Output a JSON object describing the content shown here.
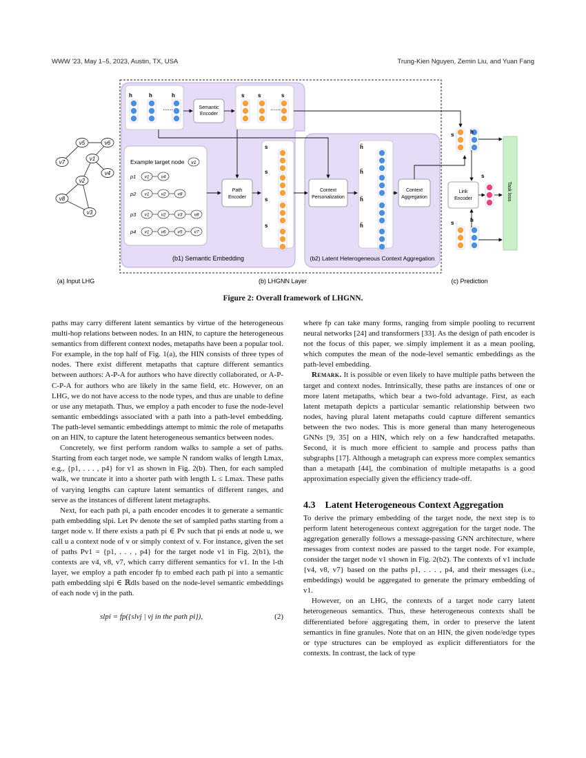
{
  "header": {
    "left": "WWW '23, May 1–5, 2023, Austin, TX, USA",
    "right": "Trung-Kien Nguyen, Zemin Liu, and Yuan Fang"
  },
  "figure": {
    "sublabels": {
      "a": "(a) Input LHG",
      "b": "(b) LHGNN Layer",
      "c": "(c) Prediction"
    },
    "panels": {
      "b1": "(b1) Semantic Embedding",
      "b2": "(b2) Latent Heterogeneous Context Aggregation"
    },
    "boxes": {
      "semantic_encoder": [
        "Semantic",
        "Encoder"
      ],
      "path_encoder": [
        "Path",
        "Encoder"
      ],
      "context_personalization": [
        "Context",
        "Personalization"
      ],
      "context_aggregation": [
        "Context",
        "Aggregation"
      ],
      "link_encoder": [
        "Link",
        "Encoder"
      ],
      "task_loss": "Task loss"
    },
    "example_title": "Example target node",
    "graph_nodes": [
      "v5",
      "v6",
      "v7",
      "v1",
      "v4",
      "v2",
      "v8",
      "v3"
    ],
    "paths": [
      {
        "label": "p1",
        "nodes": [
          "v1",
          "v4"
        ]
      },
      {
        "label": "p2",
        "nodes": [
          "v1",
          "v2",
          "v8"
        ]
      },
      {
        "label": "p3",
        "nodes": [
          "v1",
          "v2",
          "v3",
          "v8"
        ]
      },
      {
        "label": "p4",
        "nodes": [
          "v1",
          "v6",
          "v5",
          "v7"
        ]
      }
    ]
  },
  "caption": "Figure 2: Overall framework of LHGNN.",
  "left_col": {
    "p1": "paths may carry different latent semantics by virtue of the heterogeneous multi-hop relations between nodes. In an HIN, to capture the heterogeneous semantics from different context nodes, metapaths have been a popular tool. For example, in the top half of Fig. 1(a), the HIN consists of three types of nodes. There exist different metapaths that capture different semantics between authors: A-P-A for authors who have directly collaborated, or A-P-C-P-A for authors who are likely in the same field, etc. However, on an LHG, we do not have access to the node types, and thus are unable to define or use any metapath. Thus, we employ a path encoder to fuse the node-level semantic embeddings associated with a path into a path-level embedding. The path-level semantic embeddings attempt to mimic the role of metapaths on an HIN, to capture the latent heterogeneous semantics between nodes.",
    "p2": "Concretely, we first perform random walks to sample a set of paths. Starting from each target node, we sample N random walks of length Lmax, e.g., {p1, . . . , p4} for v1 as shown in Fig. 2(b). Then, for each sampled walk, we truncate it into a shorter path with length L ≤ Lmax. These paths of varying lengths can capture latent semantics of different ranges, and serve as the instances of different latent metagraphs.",
    "p3": "Next, for each path pi, a path encoder encodes it to generate a semantic path embedding slpi. Let Pv denote the set of sampled paths starting from a target node v. If there exists a path pi ∈ Pv such that pi ends at node u, we call u a context node of v or simply context of v. For instance, given the set of paths Pv1 = {p1, . . . , p4} for the target node v1 in Fig. 2(b1), the contexts are v4, v8, v7, which carry different semantics for v1. In the l-th layer, we employ a path encoder fp to embed each path pi into a semantic path embedding slpi ∈ ℝdls based on the node-level semantic embeddings of each node vj in the path.",
    "eq": "slpi = fp({slvj | vj in the path pi}),",
    "eq_num": "(2)"
  },
  "right_col": {
    "p1": "where fp can take many forms, ranging from simple pooling to recurrent neural networks [24] and transformers [33]. As the design of path encoder is not the focus of this paper, we simply implement it as a mean pooling, which computes the mean of the node-level semantic embeddings as the path-level embedding.",
    "remark_label": "Remark.",
    "remark": "It is possible or even likely to have multiple paths between the target and context nodes. Intrinsically, these paths are instances of one or more latent metapaths, which bear a two-fold advantage. First, as each latent metapath depicts a particular semantic relationship between two nodes, having plural latent metapaths could capture different semantics between the two nodes. This is more general than many heterogeneous GNNs [9, 35] on a HIN, which rely on a few handcrafted metapaths. Second, it is much more efficient to sample and process paths than subgraphs [17]. Although a metagraph can express more complex semantics than a metapath [44], the combination of multiple metapaths is a good approximation especially given the efficiency trade-off.",
    "section_num": "4.3",
    "section_title": "Latent Heterogeneous Context Aggregation",
    "p2": "To derive the primary embedding of the target node, the next step is to perform latent heterogeneous context aggregation for the target node. The aggregation generally follows a message-passing GNN architecture, where messages from context nodes are passed to the target node. For example, consider the target node v1 shown in Fig. 2(b2). The contexts of v1 include {v4, v8, v7} based on the paths p1, . . . , p4, and their messages (i.e., embeddings) would be aggregated to generate the primary embedding of v1.",
    "p3": "However, on an LHG, the contexts of a target node carry latent heterogeneous semantics. Thus, these heterogeneous contexts shall be differentiated before aggregating them, in order to preserve the latent semantics in fine granules. Note that on an HIN, the given node/edge types or type structures can be employed as explicit differentiators for the contexts. In contrast, the lack of type"
  },
  "colors": {
    "lavender": "#e6dcf7",
    "lavender_dark": "#b9a6e0",
    "blue_dot": "#4a90e2",
    "orange_dot": "#f5a03a",
    "pink_dot": "#e8457a",
    "green_loss": "#c9f0c9"
  }
}
